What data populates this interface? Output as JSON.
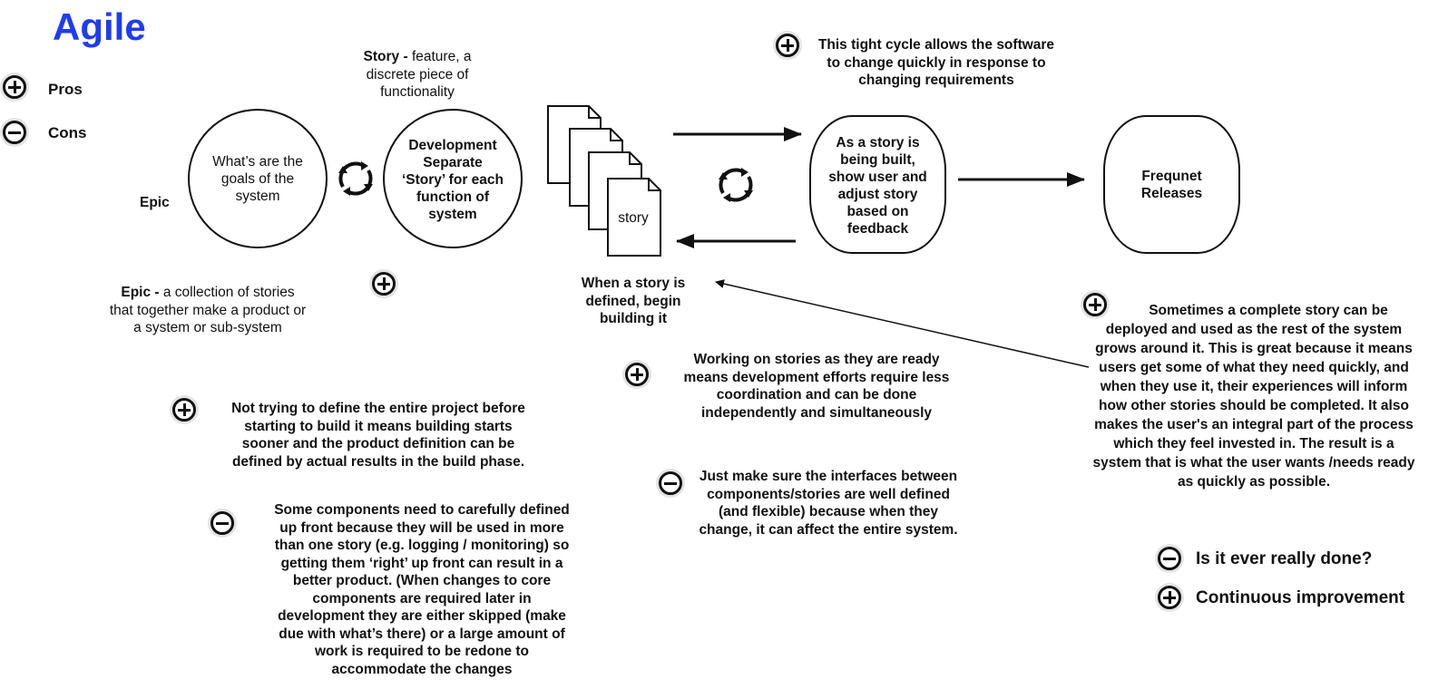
{
  "title": "Agile",
  "legend": {
    "pros": "Pros",
    "cons": "Cons"
  },
  "epic_label": "Epic",
  "story_def": {
    "term": "Story -",
    "definition": "feature, a discrete piece of functionality"
  },
  "epic_def": {
    "term": "Epic -",
    "definition": "a collection of stories that together make a product or a system or sub-system"
  },
  "nodes": {
    "goals": "What’s are the goals of the system",
    "development": "Development Separate ‘Story’ for each function of system",
    "story_doc": "story",
    "feedback": "As a story is being built, show user and adjust story based on feedback",
    "releases": "Frequnet Releases"
  },
  "build_caption": "When a story is defined, begin building it",
  "notes": {
    "tight_cycle": "This tight cycle allows the software to change quickly in response to changing requirements",
    "working_stories": "Working on stories as they are ready means development efforts require less coordination and can be done independently and simultaneously",
    "interfaces": "Just make sure the interfaces between components/stories are well defined (and flexible) because when they change, it can affect the entire system.",
    "not_defining": "Not trying to define the entire project before starting to build it  means building starts sooner  and the product definition can be defined by  actual results in the build phase.",
    "components": "Some components need to carefully defined up front because they will be used in more than one story (e.g. logging / monitoring) so getting them ‘right’ up front can result in a better product.  (When changes to core components are required later in development they are either skipped (make due with what’s there) or a large amount of work is required to be redone to accommodate the changes",
    "complete_story": "Sometimes a complete story can be deployed and used as the rest of the system grows around it.  This is great because it means users get some of what they need quickly, and when they use it, their experiences will inform how other stories should be completed. It also makes the user's an integral part of the process which they feel invested in. The result is a system that is what the user wants /needs ready as quickly as possible.",
    "ever_done": "Is it ever really done?",
    "continuous": "Continuous improvement"
  },
  "colors": {
    "title": "#1f3cf0",
    "ink": "#111111",
    "icon_bg": "#e4e4e4"
  }
}
